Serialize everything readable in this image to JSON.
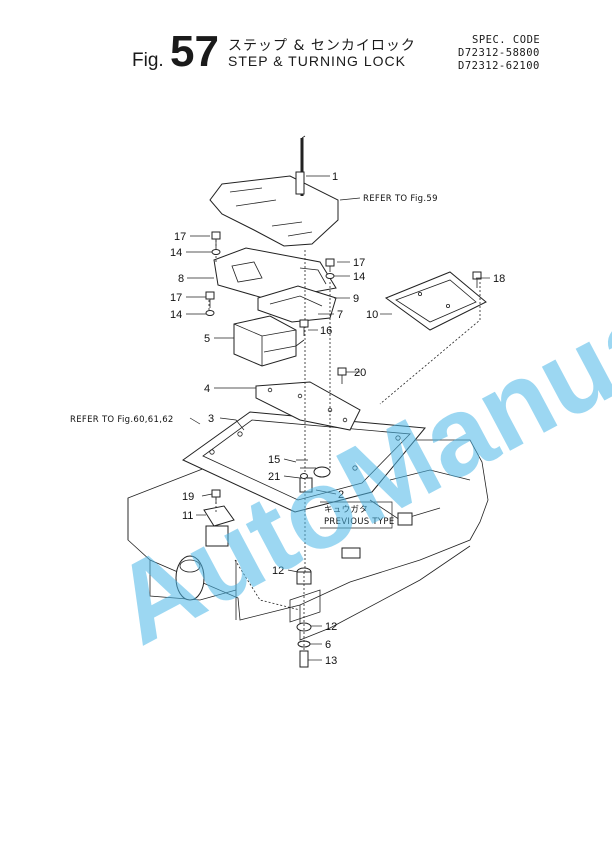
{
  "header": {
    "fig_prefix": "Fig.",
    "fig_number": "57",
    "title_jp": "ステップ & センカイロック",
    "title_en": "STEP & TURNING LOCK"
  },
  "spec": {
    "title": "SPEC. CODE",
    "codes": [
      "D72312-58800",
      "D72312-62100"
    ]
  },
  "refs": {
    "fig59": "REFER TO Fig.59",
    "fig60": "REFER TO Fig.60,61,62"
  },
  "variant": {
    "jp": "キュウガタ",
    "en": "PREVIOUS TYPE"
  },
  "callouts": {
    "c1": "1",
    "c2": "2",
    "c3": "3",
    "c4": "4",
    "c5": "5",
    "c6": "6",
    "c7": "7",
    "c8": "8",
    "c9": "9",
    "c10": "10",
    "c11": "11",
    "c12a": "12",
    "c12b": "12",
    "c13": "13",
    "c14a": "14",
    "c14b": "14",
    "c14c": "14",
    "c15": "15",
    "c16": "16",
    "c17a": "17",
    "c17b": "17",
    "c17c": "17",
    "c18": "18",
    "c19": "19",
    "c20": "20",
    "c21": "21"
  },
  "watermark": {
    "text": "AutoManual",
    "color": "#4db8e8"
  }
}
